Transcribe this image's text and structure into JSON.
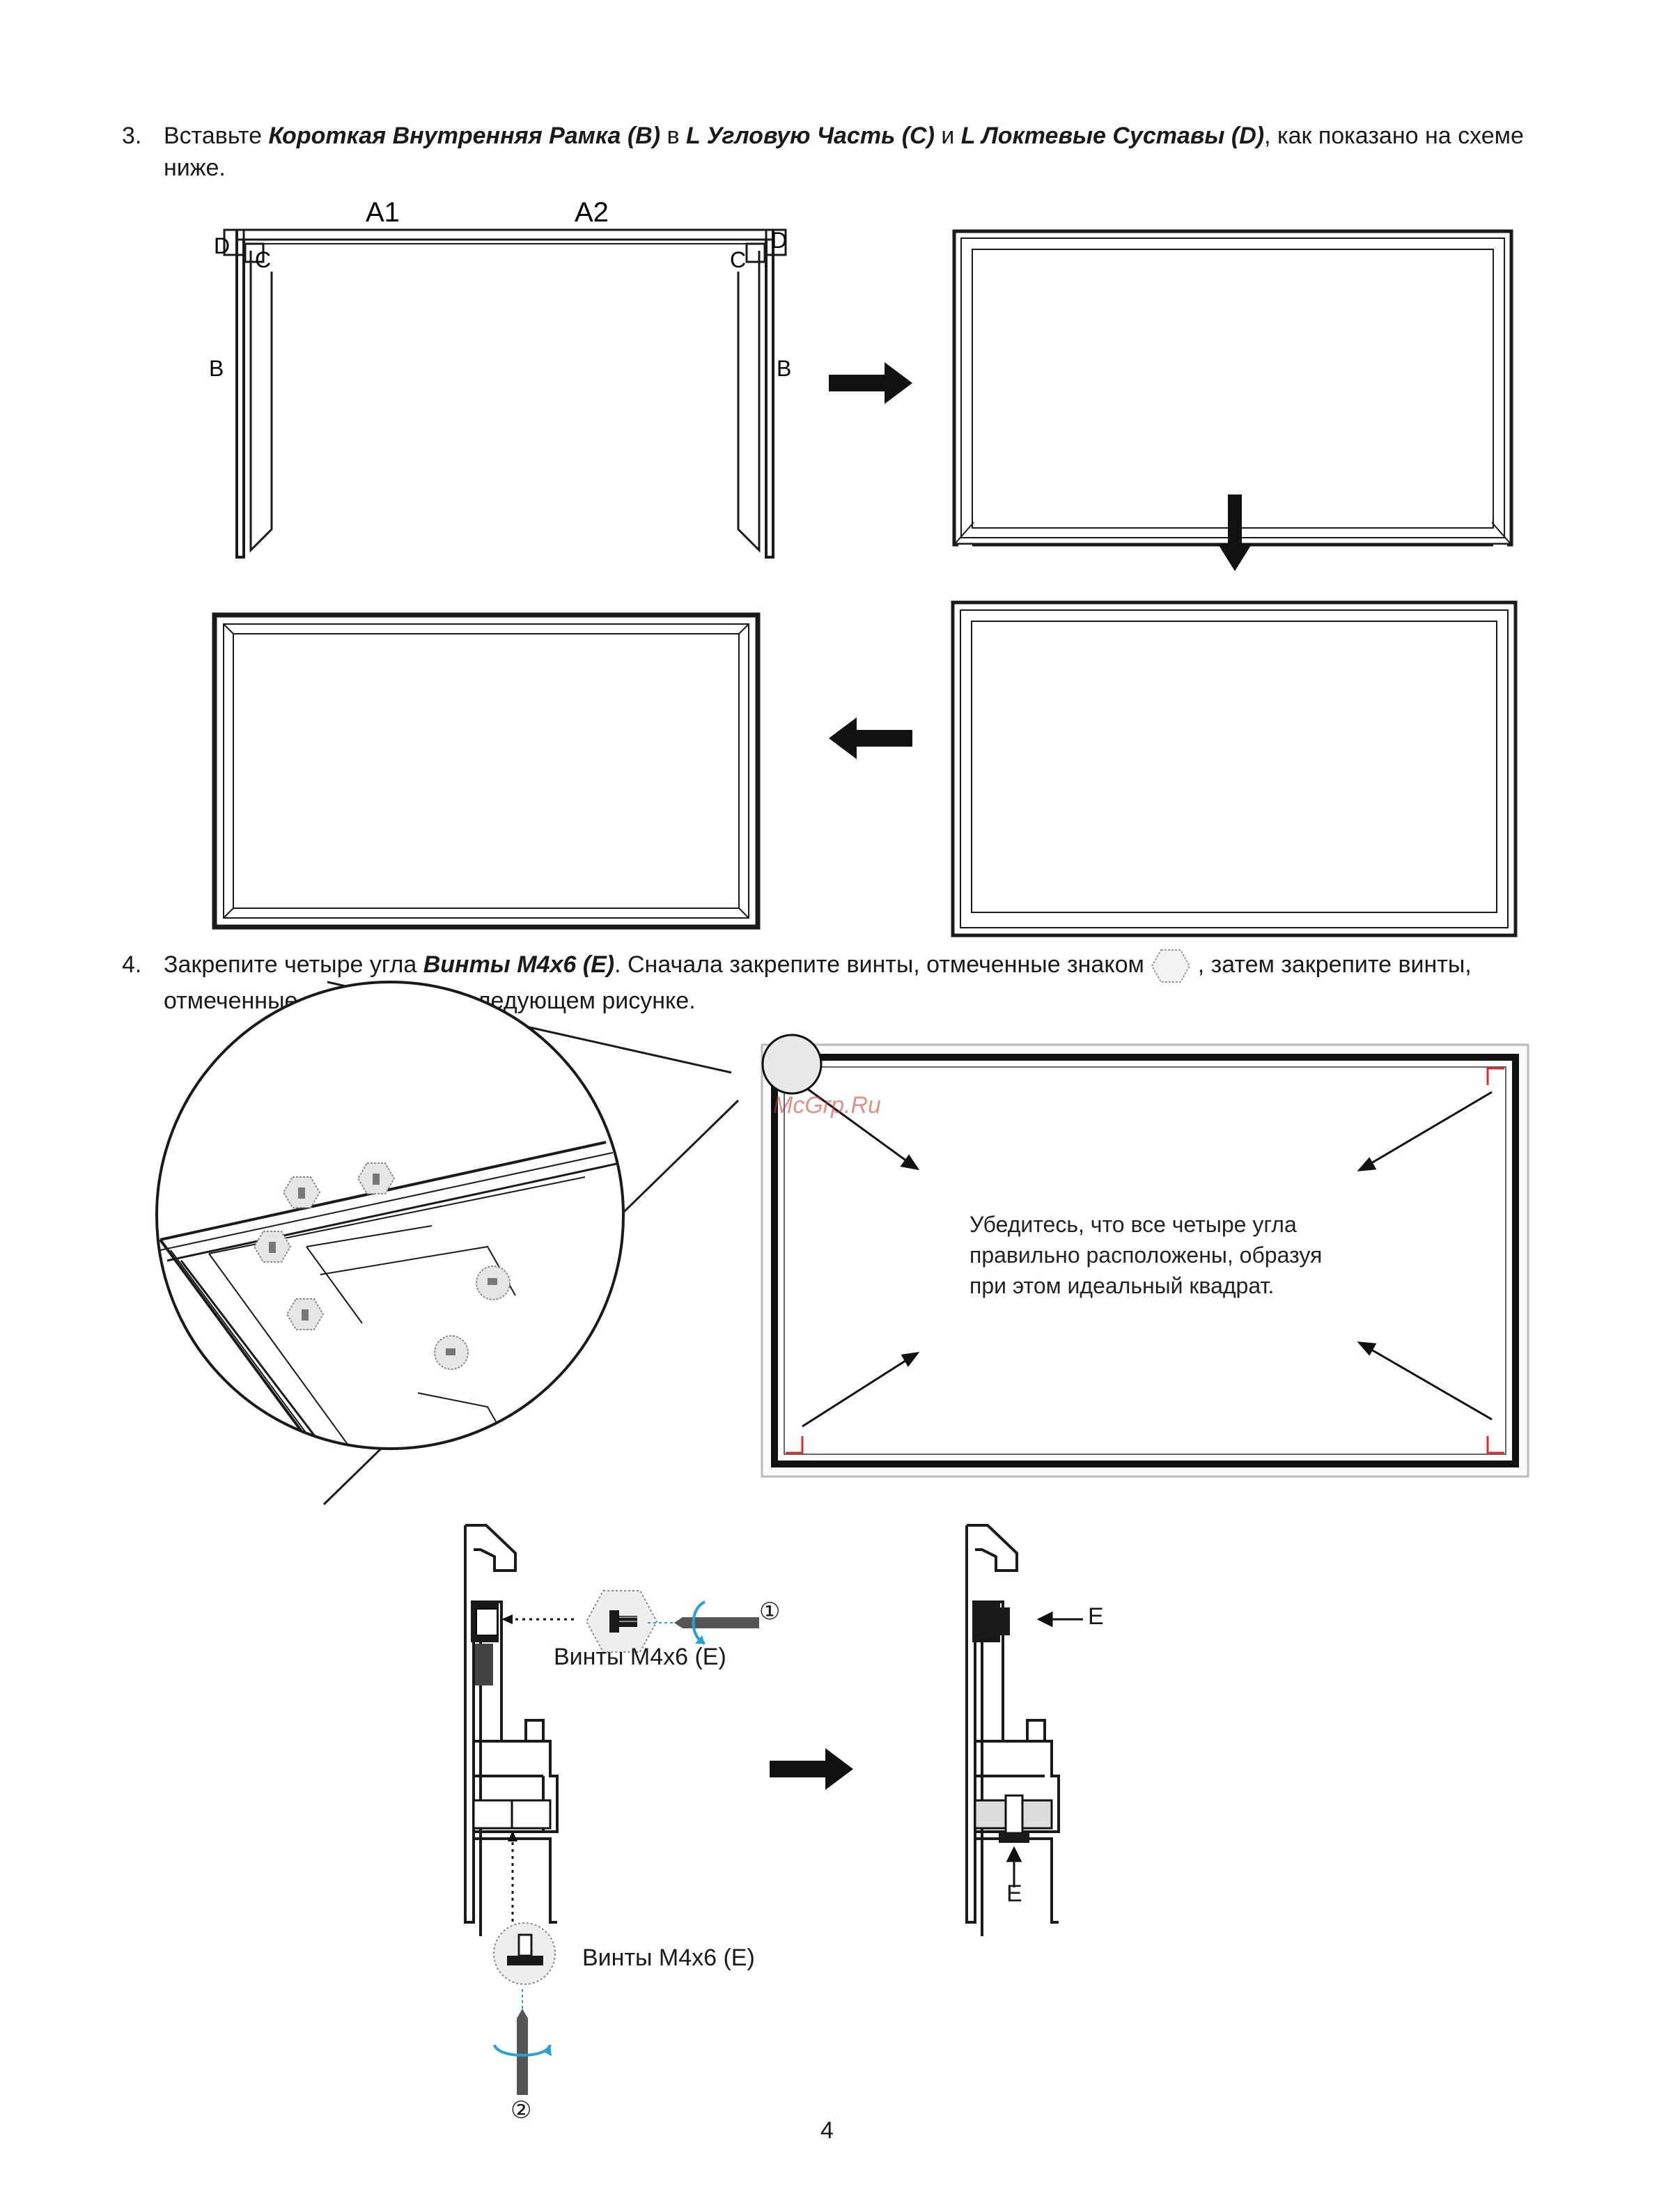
{
  "step3": {
    "number": "3.",
    "t1": "Вставьте ",
    "b1": "Короткая Внутренняя Рамка (B)",
    "t2": " в ",
    "b2": "L Угловую Часть (C)",
    "t3": " и ",
    "b3": "L Локтевые Суставы (D)",
    "t4": ", как показано на схеме ниже."
  },
  "diagram1": {
    "label_a1": "A1",
    "label_a2": "A2",
    "label_d_left": "D",
    "label_c_left": "C",
    "label_d_right": "D",
    "label_c_right": "C",
    "label_b_left": "B",
    "label_b_right": "B"
  },
  "step4": {
    "number": "4.",
    "t1": "Закрепите четыре угла ",
    "b1": "Винты M4x6 (E)",
    "t2": ". Сначала закрепите винты, отмеченные знаком ",
    "t3": " , затем закрепите винты, отмеченные знаком ",
    "t4": " на следующем рисунке."
  },
  "note": {
    "text": "Убедитесь, что все четыре угла правильно расположены, образуя при этом идеальный квадрат."
  },
  "watermark": "McGrp.Ru",
  "profile": {
    "screw_label_top": "Винты M4x6 (E)",
    "screw_label_bottom": "Винты M4x6 (E)",
    "step1_mark": "①",
    "step2_mark": "②",
    "e_label_top": "E",
    "e_label_bottom": "E"
  },
  "page_number": "4",
  "colors": {
    "ink": "#1a1a1a",
    "screw_arrow": "#2a9fd6",
    "corner_mark": "#d03030"
  }
}
